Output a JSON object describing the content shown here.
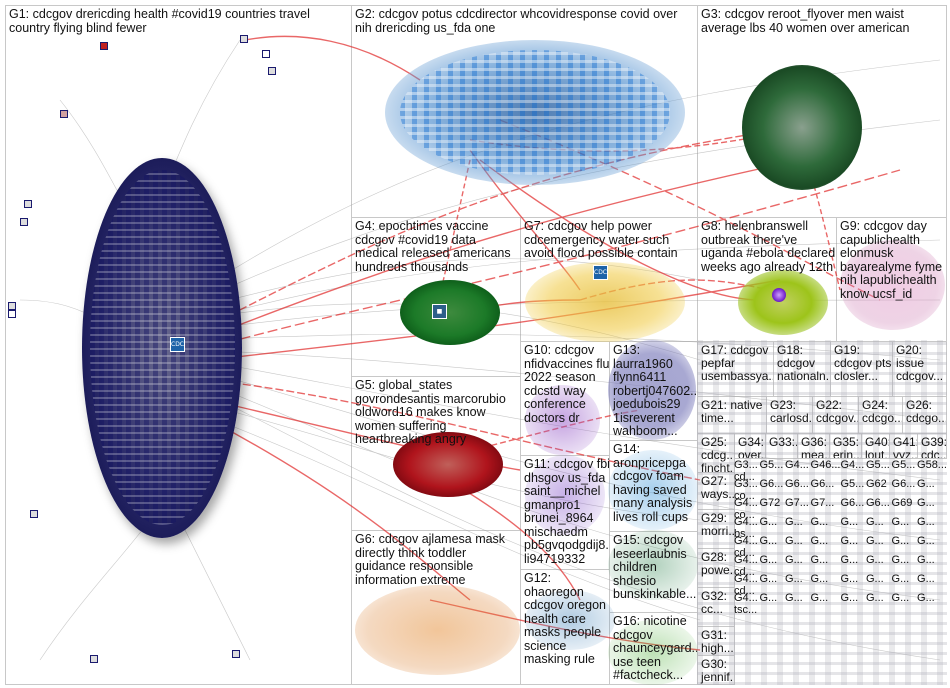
{
  "graph": {
    "type": "NodeXL network graph (grouped clusters)",
    "groups": [
      {
        "id": "G1",
        "label": "G1: cdcgov drericding health #covid19 countries travel country flying blind fewer",
        "color": "#1a1a6e"
      },
      {
        "id": "G2",
        "label": "G2: cdcgov potus cdcdirector whcovidresponse covid over nih drericding us_fda one",
        "color": "#1e7bd0"
      },
      {
        "id": "G3",
        "label": "G3: cdcgov reroot_flyover men waist average lbs 40 women over american",
        "color": "#1d5c2e"
      },
      {
        "id": "G4",
        "label": "G4: epochtimes vaccine cdcgov #covid19 data medical released americans hundreds thousands",
        "color": "#1d9a2e"
      },
      {
        "id": "G5",
        "label": "G5: global_states govrondesantis marcorubio oldword16 makes know women suffering heartbreaking angry",
        "color": "#c0141c"
      },
      {
        "id": "G6",
        "label": "G6: cdcgov ajlamesa mask directly think toddler guidance responsible information extreme",
        "color": "#e07f1e"
      },
      {
        "id": "G7",
        "label": "G7: cdcgov help power cdcemergency water such avoid flood possible contain",
        "color": "#e8b71a"
      },
      {
        "id": "G8",
        "label": "G8: helenbranswell outbreak there've uganda #ebola declared weeks ago already 12th",
        "color": "#9dc41a"
      },
      {
        "id": "G9",
        "label": "G9: cdcgov day capublichealth elonmusk bayarealyme fyme nih lapublichealth know ucsf_id",
        "color": "#c0569a"
      },
      {
        "id": "G10",
        "label": "G10: cdcgov nfidvaccines flu 2022 season cdcstd way conference doctors dr",
        "color": "#7a3aa8"
      },
      {
        "id": "G11",
        "label": "G11: cdcgov fbi dhsgov us_fda saint__michel gmanpro1 brunei_8964 mischaedm pb5gvqodgdij8... li94719332",
        "color": "#8a52c8"
      },
      {
        "id": "G12",
        "label": "G12: ohaoregon cdcgov oregon health care masks people science masking rule",
        "color": "#4a8ab0"
      },
      {
        "id": "G13",
        "label": "G13: laurra1960 flynn6411 robertj047602... joedubois29 1isreverent wahboom...",
        "color": "#6a72b8"
      },
      {
        "id": "G14",
        "label": "G14: aronpricepga cdcgov foam having saved many analysis lives roll cups",
        "color": "#4aa0d8"
      },
      {
        "id": "G15",
        "label": "G15: cdcgov leseerlaubnis children shdesio bunskinkable...",
        "color": "#3a8a5a"
      },
      {
        "id": "G16",
        "label": "G16: nicotine cdcgov chaunceygard... use teen #factcheck...",
        "color": "#5ab84a"
      },
      {
        "id": "G17",
        "label": "G17: cdcgov pepfar usembassya...",
        "color": "#c04a60"
      },
      {
        "id": "G18",
        "label": "G18: cdcgov nationaln...",
        "color": "#d09a3a"
      },
      {
        "id": "G19",
        "label": "G19: cdcgov pts closler...",
        "color": "#e8b040"
      },
      {
        "id": "G20",
        "label": "G20: issue cdcgov...",
        "color": "#8ac040"
      },
      {
        "id": "G21",
        "label": "G21: native time...",
        "color": "#c04a8a"
      },
      {
        "id": "G23",
        "label": "G23: carlosd...",
        "color": "#8a4ad0"
      },
      {
        "id": "G22",
        "label": "G22: cdcgov...",
        "color": "#c05080"
      },
      {
        "id": "G24",
        "label": "G24: cdcgo...",
        "color": "#5a9ac0"
      },
      {
        "id": "G26",
        "label": "G26: cdcgo...",
        "color": "#4a9ae0"
      },
      {
        "id": "G25",
        "label": "G25: cdcg... fincht...",
        "color": "#c05a5a"
      },
      {
        "id": "G34",
        "label": "G34: over...",
        "color": "#6a6ab8"
      },
      {
        "id": "G33",
        "label": "G33:...",
        "color": "#b01a6a"
      },
      {
        "id": "G36",
        "label": "G36: mea...",
        "color": "#4a8ac0"
      },
      {
        "id": "G35",
        "label": "G35: erin...",
        "color": "#8a5ac0"
      },
      {
        "id": "G40",
        "label": "G40: lout...",
        "color": "#5ab05a"
      },
      {
        "id": "G41",
        "label": "G41: vyz...",
        "color": "#c04a6a"
      },
      {
        "id": "G39",
        "label": "G39: cdc...",
        "color": "#6a8ac0"
      },
      {
        "id": "G27",
        "label": "G27: ways...",
        "color": "#3a9a5a"
      },
      {
        "id": "G29",
        "label": "G29: morri...",
        "color": "#d05a5a"
      },
      {
        "id": "G28",
        "label": "G28: powe...",
        "color": "#5ab05a"
      },
      {
        "id": "G32",
        "label": "G32: cc...",
        "color": "#a0a040"
      },
      {
        "id": "G31",
        "label": "G31: high...",
        "color": "#e0a030"
      },
      {
        "id": "G30",
        "label": "G30: jennif...",
        "color": "#4a8a4a"
      }
    ],
    "small_cell_labels": {
      "row_a": [
        "G3... cd...",
        "G5...",
        "G4...",
        "G46...",
        "G4...",
        "G5...",
        "G5...",
        "G58..."
      ],
      "row_b": [
        "G3... co...",
        "G...",
        "G6...",
        "G6...",
        "G6...",
        "G5...",
        "G62",
        "G6...",
        "G..."
      ],
      "row_c": [
        "G72",
        "G7...",
        "G7...",
        "G6...",
        "G6...",
        "G69",
        "G..."
      ],
      "row_d": [
        "G4... co...",
        "G...",
        "G...",
        "G...",
        "G...",
        "G...",
        "G...",
        "G..."
      ],
      "row_e": [
        "G4... bs...",
        "G...",
        "G...",
        "G...",
        "G...",
        "G...",
        "G...",
        "G..."
      ],
      "row_f": [
        "G4... cd...",
        "G...",
        "G...",
        "G...",
        "G...",
        "G...",
        "G...",
        "G..."
      ],
      "row_g": [
        "G4... cd...",
        "G...",
        "G...",
        "G...",
        "G...",
        "G...",
        "G...",
        "G..."
      ],
      "row_h": [
        "G4... cd...",
        "G...",
        "G...",
        "G...",
        "G...",
        "G...",
        "G...",
        "G..."
      ],
      "row_i": [
        "G4... tsc...",
        "G...",
        "G...",
        "G...",
        "G...",
        "G...",
        "G...",
        "G..."
      ],
      "filler": "G..."
    },
    "hub_icon": "cdc-logo-icon",
    "edge_colors": {
      "within": "#a0a0a0",
      "between": "#e02020"
    }
  }
}
